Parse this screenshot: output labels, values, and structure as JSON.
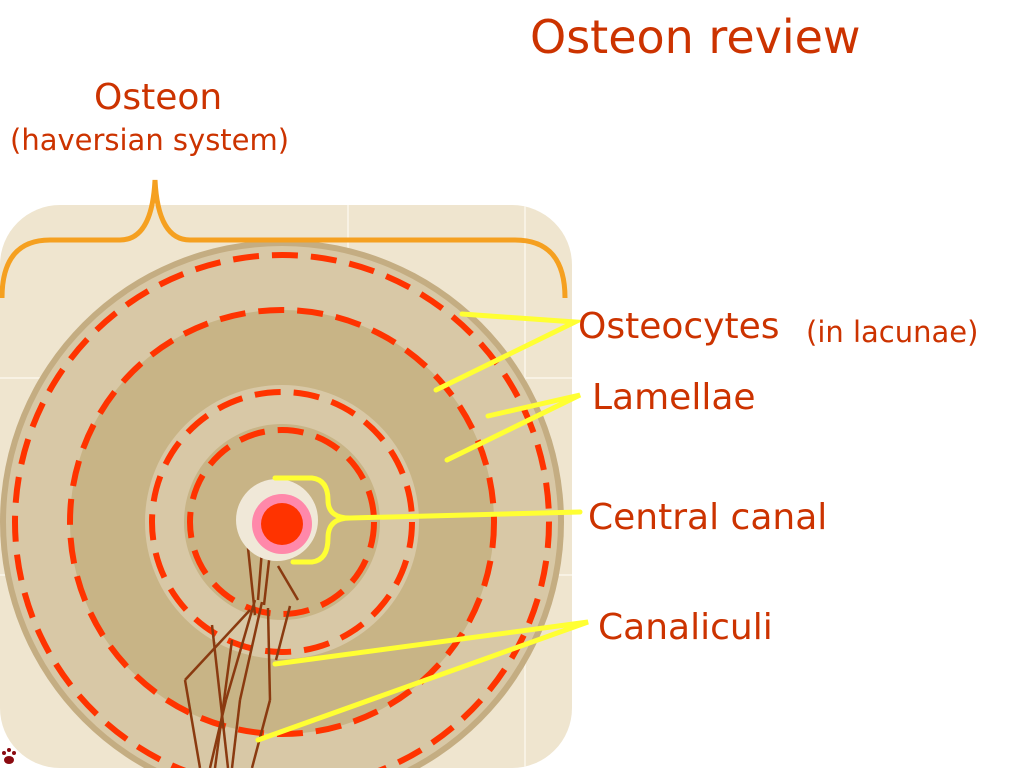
{
  "slide": {
    "title": "Osteon review",
    "osteon_label": "Osteon",
    "osteon_sublabel": "(haversian system)"
  },
  "labels": {
    "osteocytes": "Osteocytes",
    "lacunae_note": "(in lacunae)",
    "lamellae": "Lamellae",
    "central_canal": "Central canal",
    "canaliculi": "Canaliculi"
  },
  "colors": {
    "title_text": "#cc3300",
    "bracket": "#f5a020",
    "pointer_lines": "#ffff33",
    "dashed_rings": "#ff3300",
    "canal_core": "#ff3300",
    "canal_rim": "#ff88aa",
    "lamella_light": "#d8c8a6",
    "lamella_dark": "#c8b486",
    "canaliculi_lines": "#8a3a10"
  },
  "icons": {
    "corner_mark": "paw-print-icon"
  }
}
